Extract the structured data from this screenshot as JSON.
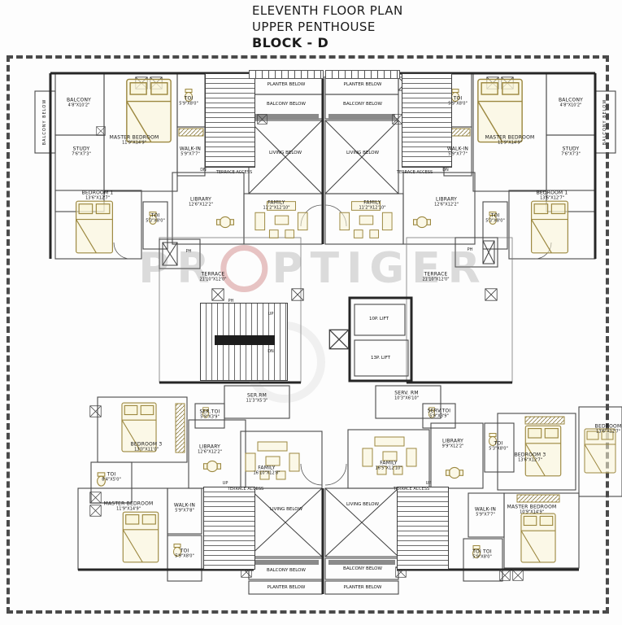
{
  "title": {
    "line1": "ELEVENTH FLOOR PLAN",
    "line2": "UPPER PENTHOUSE",
    "line3": "BLOCK - D"
  },
  "watermark": {
    "prefix": "PR",
    "suffix": "PTIGER"
  },
  "colors": {
    "walls": "#3c3c3c",
    "furniture_tan": "#9c8840",
    "watermark_pink": "#cd7d7d",
    "dash_border": "#4a4a4a"
  },
  "labels": {
    "planter_below": "PLANTER BELOW",
    "balcony_below": "BALCONY BELOW",
    "living_below": "LIVING BELOW",
    "terrace_access": "TERRACE ACCESS",
    "up": "UP",
    "dn": "DN",
    "ph": "PH",
    "lift_10p": "10P. LIFT",
    "lift_13p": "13P. LIFT"
  },
  "rooms": {
    "tl_balcony": {
      "name": "BALCONY",
      "dims": "4'8\"X10'2\""
    },
    "tl_study": {
      "name": "STUDY",
      "dims": "7'6\"X7'3\""
    },
    "tl_master": {
      "name": "MASTER BEDROOM",
      "dims": "11'9\"X14'9\""
    },
    "tl_toi": {
      "name": "TOI",
      "dims": "5'9\"X8'0\""
    },
    "tl_walkin": {
      "name": "WALK-IN",
      "dims": "5'9\"X7'7\""
    },
    "tl_bedroom1": {
      "name": "BEDROOM 1",
      "dims": "13'6\"X12'7\""
    },
    "tl_toi2": {
      "name": "TOI",
      "dims": "5'3\"X8'0\""
    },
    "tl_library": {
      "name": "LIBRARY",
      "dims": "12'6\"X12'2\""
    },
    "tl_family": {
      "name": "FAMILY",
      "dims": "11'2\"X12'10\""
    },
    "tr_balcony": {
      "name": "BALCONY",
      "dims": "4'8\"X10'2\""
    },
    "tr_study": {
      "name": "STUDY",
      "dims": "7'6\"X7'3\""
    },
    "tr_master": {
      "name": "MASTER BEDROOM",
      "dims": "11'9\"X14'9\""
    },
    "tr_toi": {
      "name": "TOI",
      "dims": "5'9\"X8'0\""
    },
    "tr_walkin": {
      "name": "WALK-IN",
      "dims": "5'9\"X7'7\""
    },
    "tr_bedroom1": {
      "name": "BEDROOM 1",
      "dims": "13'6\"X12'7\""
    },
    "tr_toi2": {
      "name": "TOI",
      "dims": "5'3\"X8'0\""
    },
    "tr_library": {
      "name": "LIBRARY",
      "dims": "12'6\"X12'2\""
    },
    "tr_family": {
      "name": "FAMILY",
      "dims": "11'2\"X12'10\""
    },
    "mid_terrace_l": {
      "name": "TERRACE",
      "dims": "21'10\"X12'0\""
    },
    "mid_terrace_r": {
      "name": "TERRACE",
      "dims": "21'10\"X12'0\""
    },
    "bl_serrm": {
      "name": "SER.RM",
      "dims": "11'3\"X5'3\""
    },
    "bl_sertoi": {
      "name": "SER.TOI",
      "dims": "5'9\"X3'9\""
    },
    "bl_bedroom3": {
      "name": "BEDROOM 3",
      "dims": "13'0\"X11'0\""
    },
    "bl_toi": {
      "name": "TOI",
      "dims": "8'4\"X5'0\""
    },
    "bl_library": {
      "name": "LIBRARY",
      "dims": "12'6\"X12'2\""
    },
    "bl_family": {
      "name": "FAMILY",
      "dims": "16'10\"X12'8\""
    },
    "bl_master": {
      "name": "MASTER BEDROOM",
      "dims": "11'9\"X14'9\""
    },
    "bl_walkin": {
      "name": "WALK-IN",
      "dims": "5'9\"X7'8\""
    },
    "bl_toi2": {
      "name": "TOI",
      "dims": "5'9\"X8'0\""
    },
    "br_servrm": {
      "name": "SERV. RM",
      "dims": "10'3\"X6'10\""
    },
    "br_servtoi": {
      "name": "SERV.TOI",
      "dims": "5'9\"X3'9\""
    },
    "br_library": {
      "name": "LIBRARY",
      "dims": "9'9\"X12'2\""
    },
    "br_toi": {
      "name": "TOI",
      "dims": "5'3\"X8'0\""
    },
    "br_family": {
      "name": "FAMILY",
      "dims": "16'5\"X12'10\""
    },
    "br_bedroom3": {
      "name": "BEDROOM 3",
      "dims": "13'6\"X12'7\""
    },
    "br_bedroom_edge": {
      "name": "BEDROOM",
      "dims": "13'6\"X12'7\""
    },
    "br_walkin": {
      "name": "WALK-IN",
      "dims": "5'9\"X7'7\""
    },
    "br_master": {
      "name": "MASTER BEDROOM",
      "dims": "10'9\"X14'9\""
    },
    "br_toi2": {
      "name": "TOI TOI",
      "dims": "5'9\"X8'0\""
    }
  }
}
